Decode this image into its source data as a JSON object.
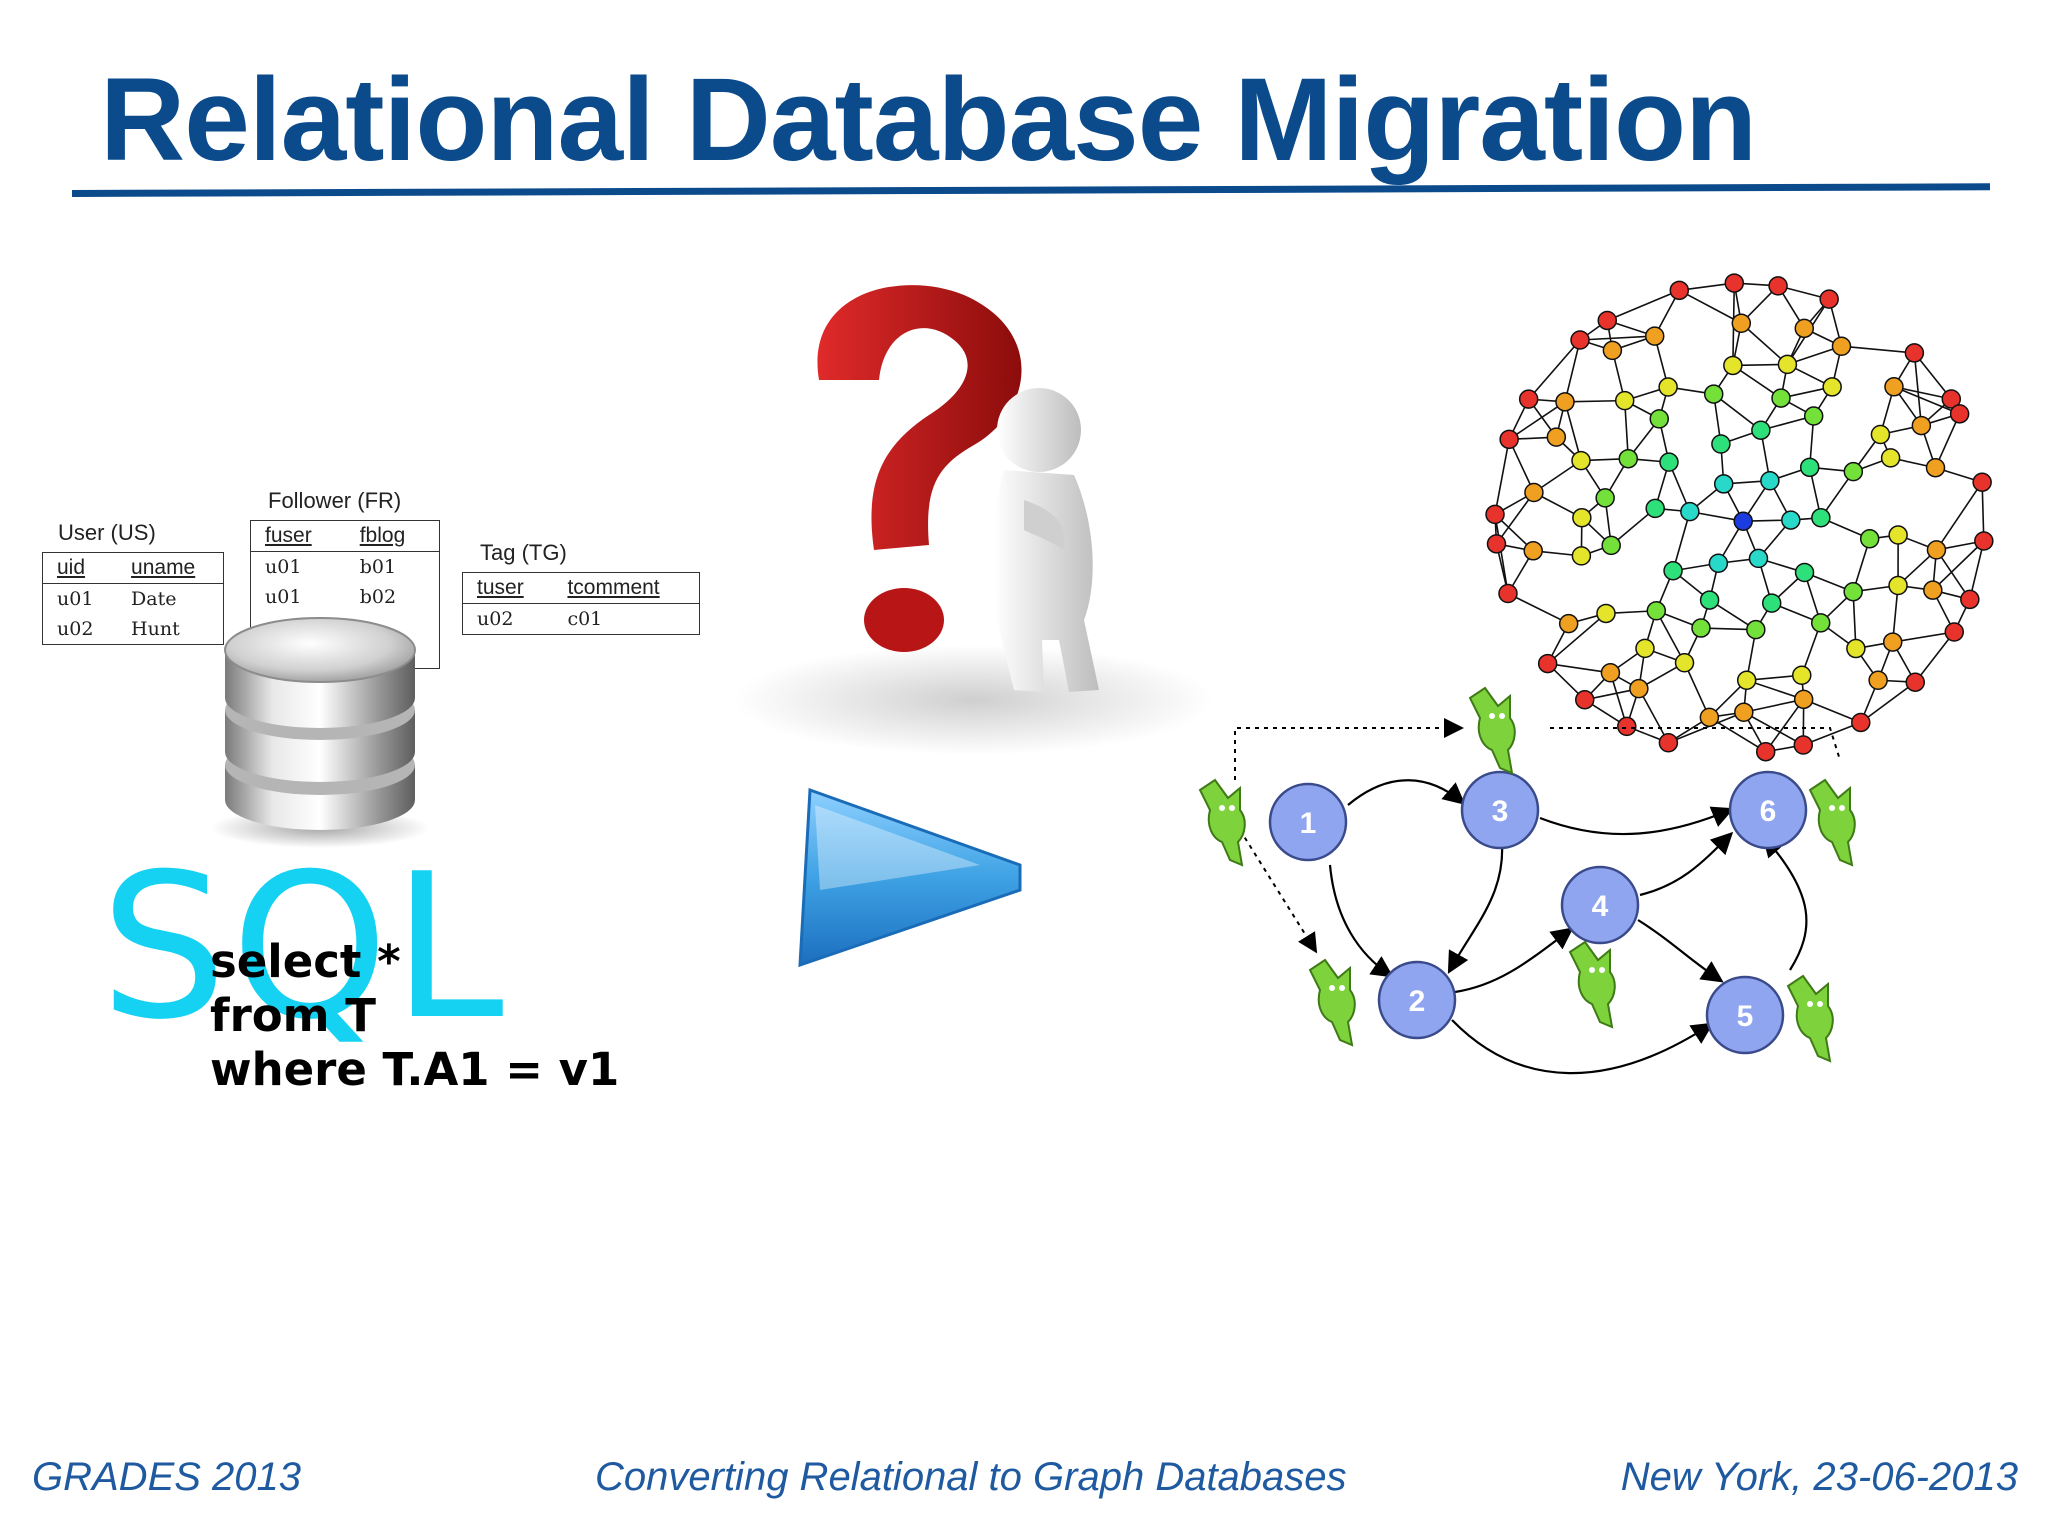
{
  "slide": {
    "title": "Relational Database Migration"
  },
  "tables": {
    "user": {
      "caption": "User (US)",
      "columns": [
        "uid",
        "uname"
      ],
      "rows": [
        [
          "u01",
          "Date"
        ],
        [
          "u02",
          "Hunt"
        ]
      ]
    },
    "follower": {
      "caption": "Follower (FR)",
      "columns": [
        "fuser",
        "fblog"
      ],
      "rows": [
        [
          "u01",
          "b01"
        ],
        [
          "u01",
          "b02"
        ]
      ]
    },
    "tag": {
      "caption": "Tag (TG)",
      "columns": [
        "tuser",
        "tcomment"
      ],
      "rows": [
        [
          "u02",
          "c01"
        ]
      ]
    }
  },
  "sql": {
    "word": "SQL",
    "query_lines": [
      "select *",
      "from T",
      "where T.A1 = v1"
    ]
  },
  "graph": {
    "node_labels": [
      "1",
      "2",
      "3",
      "4",
      "5",
      "6"
    ],
    "node_color": "#8fa5ef"
  },
  "icons": [
    "database-icon",
    "question-mark-figure-icon",
    "play-arrow-icon",
    "troll-icon"
  ],
  "colors": {
    "title": "#0b4a8b",
    "footer": "#1f5aa0",
    "sql_word": "#16d2f2",
    "question_mark": "#c41a1a",
    "arrow": "#3ea2e4"
  },
  "footer": {
    "left": "GRADES 2013",
    "center": "Converting Relational to Graph Databases",
    "right": "New York, 23-06-2013"
  }
}
